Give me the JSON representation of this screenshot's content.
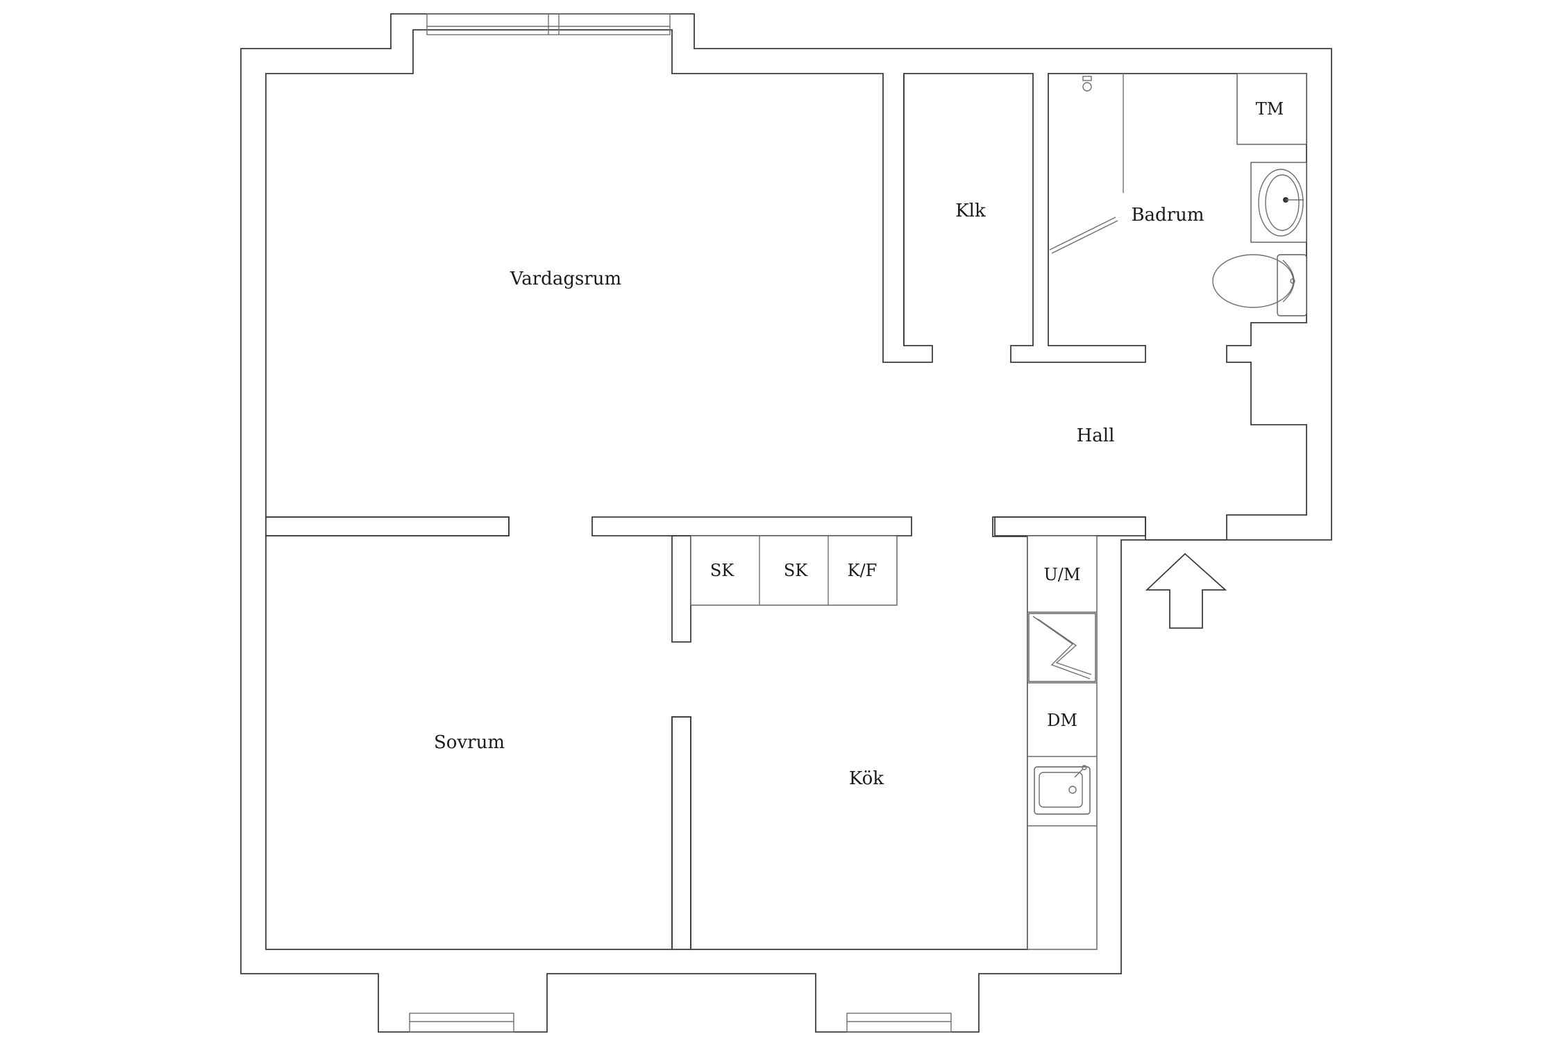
{
  "floor_plan": {
    "rooms": {
      "vardagsrum": "Vardagsrum",
      "klk": "Klk",
      "badrum": "Badrum",
      "hall": "Hall",
      "sovrum": "Sovrum",
      "kok": "Kök"
    },
    "fixtures": {
      "tm": "TM",
      "sk1": "SK",
      "sk2": "SK",
      "kf": "K/F",
      "um": "U/M",
      "dm": "DM"
    },
    "icons": [
      "entrance-arrow-icon",
      "stove-icon",
      "sink-icon",
      "washbasin-icon",
      "toilet-icon",
      "shower-icon"
    ],
    "colors": {
      "line": "#3c3c3c",
      "background": "#ffffff"
    }
  }
}
